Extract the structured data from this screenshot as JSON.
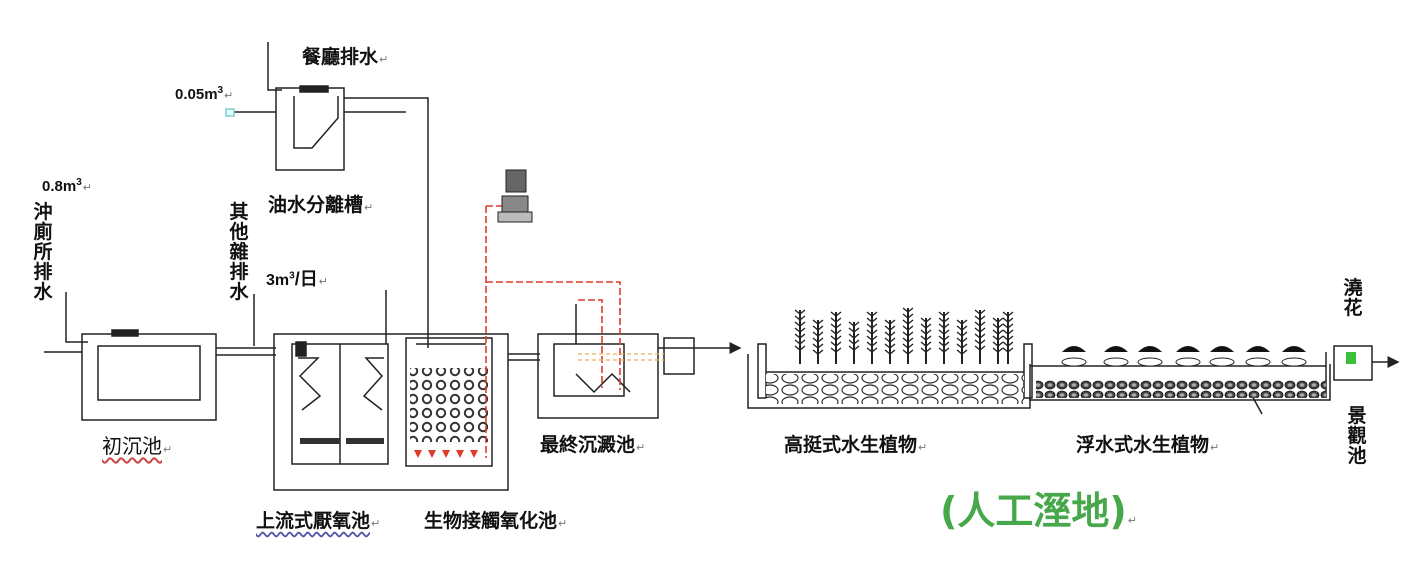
{
  "labels": {
    "kitchen_drain": "餐廳排水",
    "kitchen_volume": "0.05m",
    "oil_water_separator": "油水分離槽",
    "toilet_volume": "0.8m",
    "toilet_drain": "沖廁所排水",
    "misc_drain": "其他雜排水",
    "misc_volume": "3m",
    "misc_volume_unit": "/日",
    "primary_settling": "初沉池",
    "upflow_anaerobic": "上流式厭氧池",
    "contact_oxidation": "生物接觸氧化池",
    "final_settling": "最終沉澱池",
    "emergent_plants": "高挺式水生植物",
    "floating_plants": "浮水式水生植物",
    "constructed_wetland": "(人工溼地)",
    "overflow": "澆花",
    "landscape_pond": "景觀池",
    "superscript": "3",
    "para_mark": "↵"
  },
  "colors": {
    "line": "#222222",
    "air_pipe": "#e03a2a",
    "wetland_green": "#46a84a",
    "diffuser": "#e03a2a",
    "outlet": "#3cc03c"
  },
  "icons": {
    "blower": "blower-icon",
    "emergent": "reed-plant-icon",
    "floating": "lily-pad-icon"
  }
}
